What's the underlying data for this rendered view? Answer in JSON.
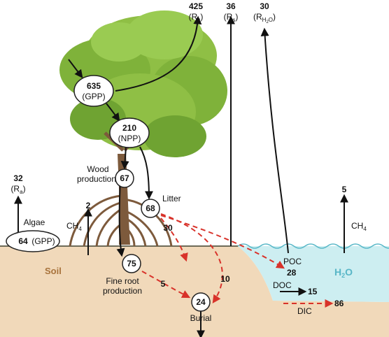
{
  "gpp": {
    "value": "635",
    "label": "(GPP)"
  },
  "npp": {
    "value": "210",
    "label": "(NPP)"
  },
  "wood": {
    "value": "67",
    "label_line1": "Wood",
    "label_line2": "production"
  },
  "litter": {
    "value": "68",
    "label": "Litter"
  },
  "fine_root": {
    "value": "75",
    "label_line1": "Fine root",
    "label_line2": "production"
  },
  "burial": {
    "value": "24",
    "label": "Burial"
  },
  "algae": {
    "label": "Algae",
    "value": "64",
    "unit": "(GPP)"
  },
  "ra": {
    "value": "32",
    "label": "(R",
    "sub": "a",
    "close": ")"
  },
  "rc": {
    "value": "425",
    "label": "(R",
    "sub": "c",
    "close": ")"
  },
  "rs": {
    "value": "36",
    "label": "(R",
    "sub": "s",
    "close": ")"
  },
  "rh2o": {
    "value": "30",
    "label": "(R",
    "sub": "H",
    "sub2": "2",
    "sub3": "O",
    "close": ")"
  },
  "ch4_soil": {
    "value": "2",
    "label": "CH",
    "sub": "4"
  },
  "ch4_water": {
    "value": "5",
    "label": "CH",
    "sub": "4"
  },
  "flows": {
    "litter_to_soil": "30",
    "fine_root_to_burial": "5",
    "litter_to_burial": "10"
  },
  "poc": {
    "label": "POC",
    "value": "28"
  },
  "doc": {
    "label": "DOC",
    "value": "15"
  },
  "dic": {
    "label": "DIC",
    "value": "86"
  },
  "soil_label": "Soil",
  "water_label": {
    "main": "H",
    "sub": "2",
    "end": "O"
  },
  "colors": {
    "soil": "#f1d9ba",
    "water": "#cdeef1",
    "water_line": "#5ab8c8",
    "dashed_arrow": "#d8322a",
    "foliage": "#7fb23a",
    "trunk": "#7d5a3c"
  },
  "icons": [
    "tree-illustration",
    "mangrove-roots",
    "water-surface-waves"
  ]
}
